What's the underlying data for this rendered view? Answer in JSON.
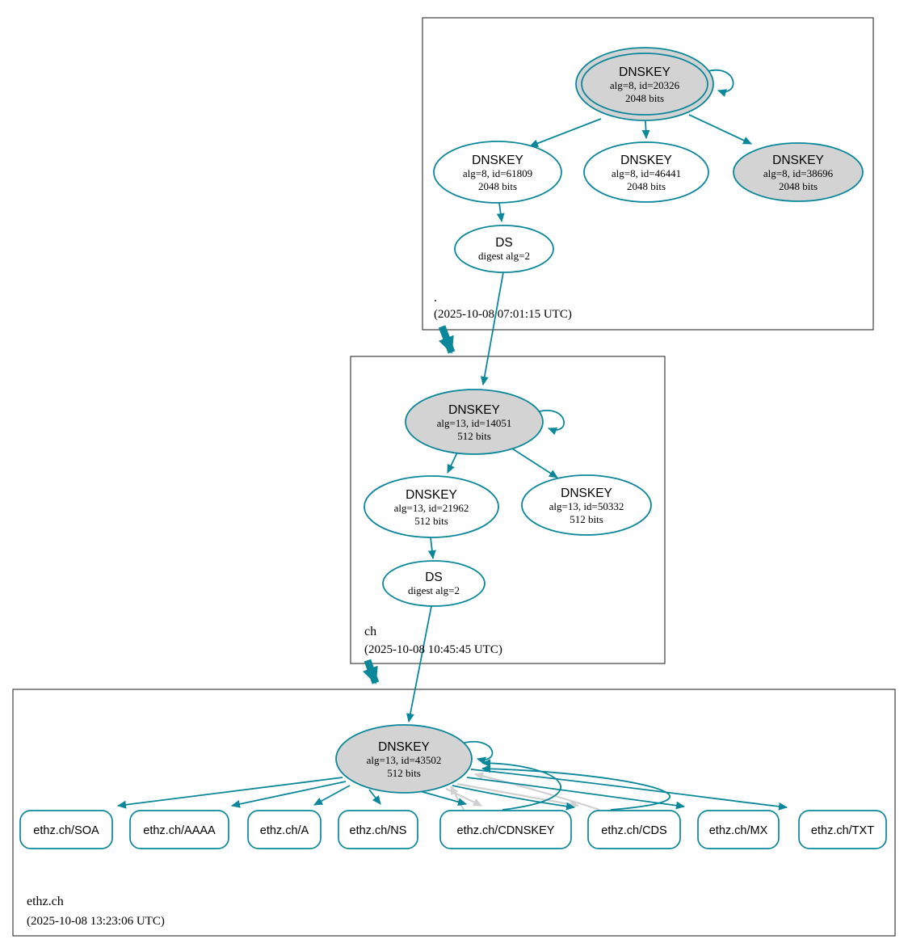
{
  "diagram_type": "dnssec-authentication-chain",
  "colors": {
    "secure_edge": "#0a879a",
    "reference_edge_gray": "#d0d0d0",
    "sep_key_fill": "#d3d3d3",
    "zone_border": "#1a1a1a"
  },
  "zones": {
    "root": {
      "label": ".",
      "timestamp": "(2025-10-08 07:01:15 UTC)",
      "ksk": {
        "title": "DNSKEY",
        "alg": "alg=8, id=20326",
        "bits": "2048 bits"
      },
      "zsk1": {
        "title": "DNSKEY",
        "alg": "alg=8, id=61809",
        "bits": "2048 bits"
      },
      "zsk2": {
        "title": "DNSKEY",
        "alg": "alg=8, id=46441",
        "bits": "2048 bits"
      },
      "zsk3": {
        "title": "DNSKEY",
        "alg": "alg=8, id=38696",
        "bits": "2048 bits"
      },
      "ds": {
        "title": "DS",
        "digest": "digest alg=2"
      }
    },
    "ch": {
      "label": "ch",
      "timestamp": "(2025-10-08 10:45:45 UTC)",
      "ksk": {
        "title": "DNSKEY",
        "alg": "alg=13, id=14051",
        "bits": "512 bits"
      },
      "zsk1": {
        "title": "DNSKEY",
        "alg": "alg=13, id=21962",
        "bits": "512 bits"
      },
      "zsk2": {
        "title": "DNSKEY",
        "alg": "alg=13, id=50332",
        "bits": "512 bits"
      },
      "ds": {
        "title": "DS",
        "digest": "digest alg=2"
      }
    },
    "ethz": {
      "label": "ethz.ch",
      "timestamp": "(2025-10-08 13:23:06 UTC)",
      "ksk": {
        "title": "DNSKEY",
        "alg": "alg=13, id=43502",
        "bits": "512 bits"
      },
      "rrsets": [
        "ethz.ch/SOA",
        "ethz.ch/AAAA",
        "ethz.ch/A",
        "ethz.ch/NS",
        "ethz.ch/CDNSKEY",
        "ethz.ch/CDS",
        "ethz.ch/MX",
        "ethz.ch/TXT"
      ]
    }
  }
}
